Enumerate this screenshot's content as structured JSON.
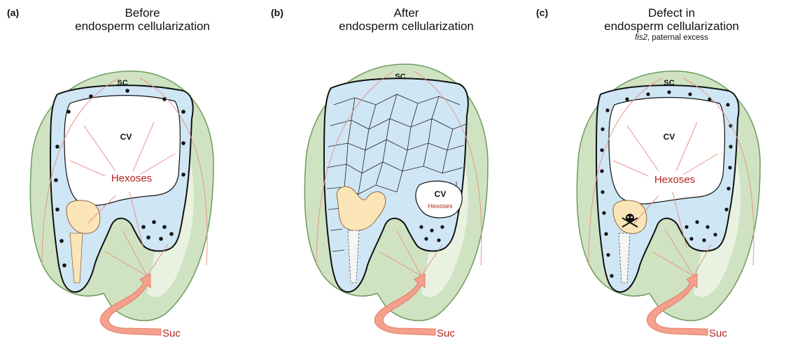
{
  "panels": [
    {
      "letter": "(a)",
      "title_line1": "Before",
      "title_line2": "endosperm cellularization",
      "subtitle_italic": "",
      "subtitle_rest": "",
      "label_sc": "SC",
      "label_cv": "CV",
      "label_hexoses": "Hexoses",
      "label_suc": "Suc"
    },
    {
      "letter": "(b)",
      "title_line1": "After",
      "title_line2": "endosperm cellularization",
      "subtitle_italic": "",
      "subtitle_rest": "",
      "label_sc": "SC",
      "label_cv": "CV",
      "label_hexoses": "Hexoses",
      "label_suc": "Suc"
    },
    {
      "letter": "(c)",
      "title_line1": "Defect in",
      "title_line2": "endosperm cellularization",
      "subtitle_italic": "fis2",
      "subtitle_rest": ", paternal excess",
      "label_sc": "SC",
      "label_cv": "CV",
      "label_hexoses": "Hexoses",
      "label_suc": "Suc"
    }
  ],
  "colors": {
    "seed_coat": "#cfe3c2",
    "seed_coat_edge": "#a9cb95",
    "endosperm": "#cfe6f5",
    "embryo": "#fbe5b8",
    "arrow": "#f4a08c",
    "hexose_text": "#b3261e",
    "thin_arrows": "#e8948a",
    "nuclei": "#111111"
  },
  "icons": {
    "defect_marker": "skull-crossbones-icon"
  }
}
